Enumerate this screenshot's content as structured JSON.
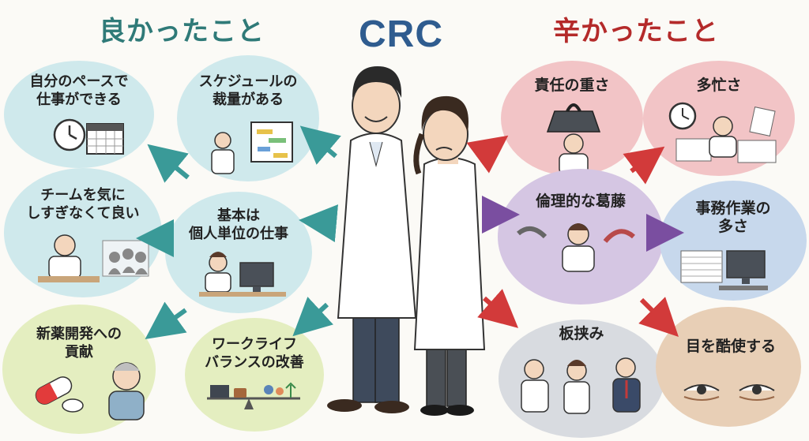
{
  "headings": {
    "good": "良かったこと",
    "center": "CRC",
    "hard": "辛かったこと"
  },
  "good_items": [
    {
      "lines": [
        "自分のペースで",
        "仕事ができる"
      ]
    },
    {
      "lines": [
        "スケジュールの",
        "裁量がある"
      ]
    },
    {
      "lines": [
        "チームを気に",
        "しすぎなくて良い"
      ]
    },
    {
      "lines": [
        "基本は",
        "個人単位の仕事"
      ]
    },
    {
      "lines": [
        "新薬開発への",
        "貢献"
      ]
    },
    {
      "lines": [
        "ワークライフ",
        "バランスの改善"
      ]
    }
  ],
  "hard_items": [
    {
      "lines": [
        "責任の重さ"
      ]
    },
    {
      "lines": [
        "多忙さ"
      ]
    },
    {
      "lines": [
        "倫理的な葛藤"
      ]
    },
    {
      "lines": [
        "事務作業の",
        "多さ"
      ]
    },
    {
      "lines": [
        "板挟み"
      ]
    },
    {
      "lines": [
        "目を酷使する"
      ]
    }
  ],
  "colors": {
    "good_heading": "#2f7a78",
    "center_heading": "#2f5c8f",
    "hard_heading": "#b42a2a",
    "teal_bubble": "#cfe9ec",
    "green_bubble": "#e4eec0",
    "pink_bubble": "#f2c4c6",
    "purple_bubble": "#d5c6e3",
    "blue_bubble": "#c7d8ec",
    "gray_bubble": "#d8dbe0",
    "teal_arrow": "#3a9a98",
    "red_arrow": "#d23a3a",
    "purple_arrow": "#7a4ea0"
  }
}
